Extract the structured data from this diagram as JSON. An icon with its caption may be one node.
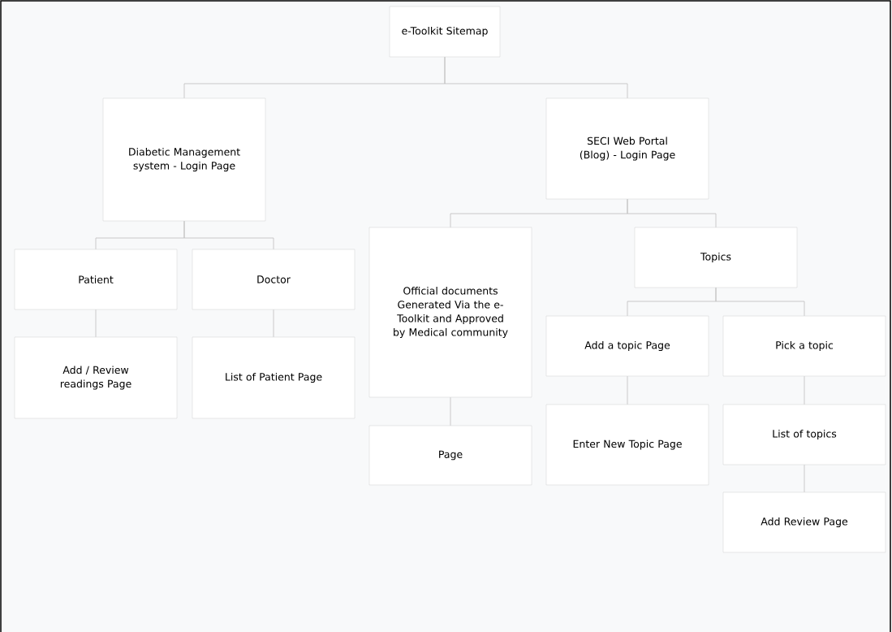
{
  "diagram": {
    "nodes": [
      {
        "text": [
          "e-Toolkit Sitemap"
        ]
      },
      {
        "text": [
          "Diabetic Management system - Login Page"
        ]
      },
      {
        "text": [
          "SECI Web Portal (Blog) - Login Page"
        ]
      },
      {
        "text": [
          "Patient"
        ]
      },
      {
        "text": [
          "Doctor"
        ]
      },
      {
        "text": [
          "Add / Review readings Page"
        ]
      },
      {
        "text": [
          "List of Patient Page"
        ]
      },
      {
        "text": [
          "Official documents Generated Via the e-Toolkit and Approved by Medical community"
        ]
      },
      {
        "text": [
          "Page"
        ]
      },
      {
        "text": [
          "Topics"
        ]
      },
      {
        "text": [
          "Add a topic Page"
        ]
      },
      {
        "text": [
          "Pick a topic"
        ]
      },
      {
        "text": [
          "Enter New Topic Page"
        ]
      },
      {
        "text": [
          "List of topics"
        ]
      },
      {
        "text": [
          "Add Review Page"
        ]
      }
    ],
    "edges": [
      {
        "from": 0,
        "to": 1,
        "arrow": "none"
      },
      {
        "from": 0,
        "to": 2,
        "arrow": "none"
      },
      {
        "from": 1,
        "to": 3,
        "arrow": "none"
      },
      {
        "from": 1,
        "to": 4,
        "arrow": "none"
      },
      {
        "from": 3,
        "to": 5,
        "arrow": "none"
      },
      {
        "from": 4,
        "to": 6,
        "arrow": "none"
      },
      {
        "from": 2,
        "to": 7,
        "arrow": "none"
      },
      {
        "from": 2,
        "to": 9,
        "arrow": "none"
      },
      {
        "from": 7,
        "to": 8,
        "arrow": "none"
      },
      {
        "from": 9,
        "to": 10,
        "arrow": "none"
      },
      {
        "from": 9,
        "to": 11,
        "arrow": "none"
      },
      {
        "from": 10,
        "to": 12,
        "arrow": "none"
      },
      {
        "from": 11,
        "to": 13,
        "arrow": "none"
      },
      {
        "from": 13,
        "to": 14,
        "arrow": "none"
      }
    ]
  }
}
